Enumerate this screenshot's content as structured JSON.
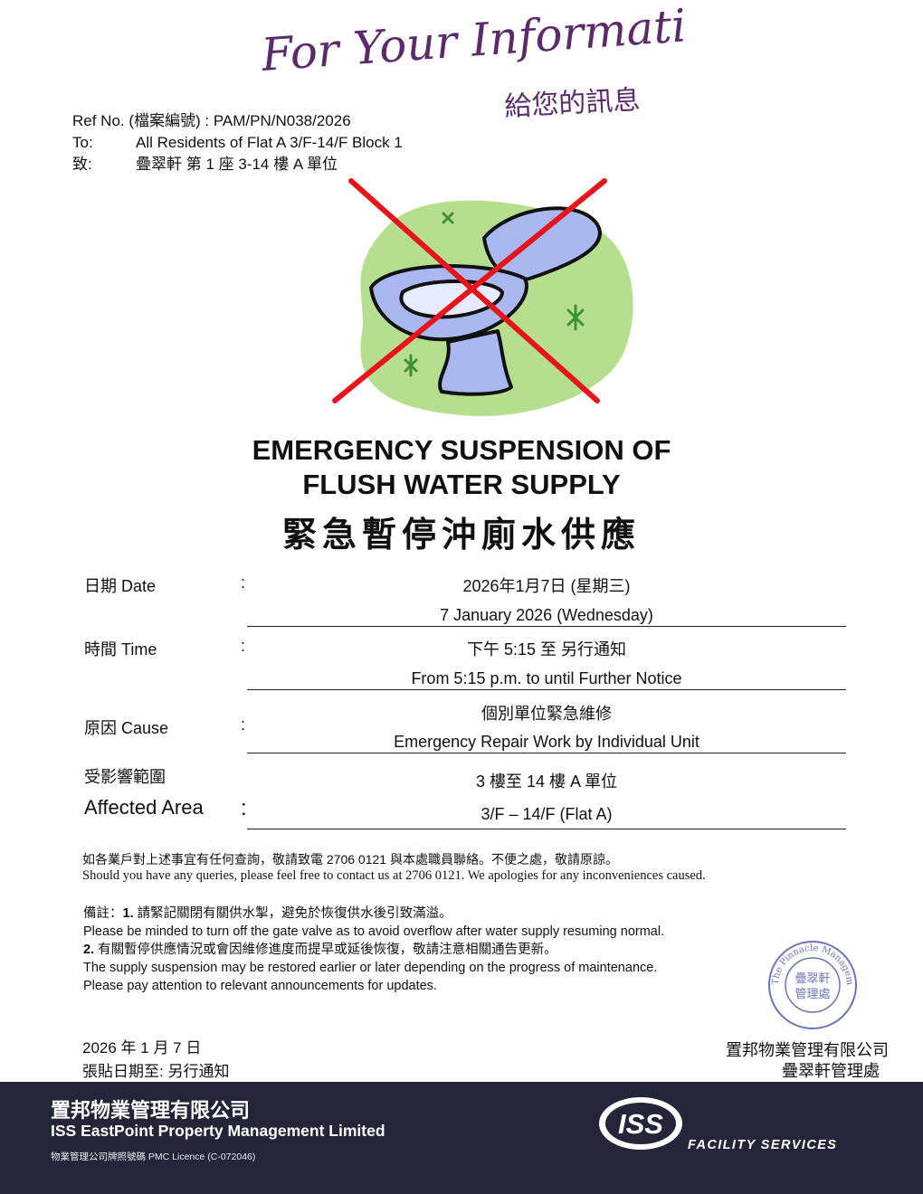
{
  "header": {
    "script_en": "For Your Information",
    "script_zh": "給您的訊息"
  },
  "ref": {
    "ref_line": "Ref No. (檔案編號) : PAM/PN/N038/2026",
    "to_label": "To:",
    "to_value": "All Residents of Flat A 3/F-14/F Block 1",
    "zhi_label": "致:",
    "zhi_value": "疊翠軒 第 1 座  3-14 樓 A 單位"
  },
  "title": {
    "line1": "EMERGENCY SUSPENSION OF",
    "line2": "FLUSH WATER SUPPLY",
    "line3": "緊急暫停沖廁水供應"
  },
  "details": {
    "date_label": "日期  Date",
    "date_zh": "2026年1月7日 (星期三)",
    "date_en": "7 January 2026 (Wednesday)",
    "time_label": "時間  Time",
    "time_zh": "下午 5:15 至 另行通知",
    "time_en": "From 5:15 p.m. to until Further Notice",
    "cause_label": "原因  Cause",
    "cause_zh": "個別單位緊急維修",
    "cause_en": "Emergency Repair Work by Individual Unit",
    "area_label_zh": "受影響範圍",
    "area_label_en": "Affected Area",
    "area_zh": "3 樓至 14 樓 A 單位",
    "area_en": "3/F – 14/F  (Flat A)",
    "colon": ":"
  },
  "contact": {
    "zh": "如各業戶對上述事宜有任何查詢，敬請致電 2706 0121 與本處職員聯絡。不便之處，敬請原諒。",
    "en": "Should you have any queries, please feel free to contact us at 2706 0121. We apologies for any inconveniences caused."
  },
  "notes": {
    "prefix": "備註：",
    "n1_num": "1.",
    "n1_zh": " 請緊記關閉有關供水掣，避免於恢復供水後引致滿溢。",
    "n1_en": "Please be minded to turn off the gate valve as to avoid overflow after water supply resuming normal.",
    "n2_num": "2.",
    "n2_zh": " 有關暫停供應情況或會因維修進度而提早或延後恢復，敬請注意相關通告更新。",
    "n2_en1": "The supply suspension may be restored earlier or later depending on the progress of maintenance.",
    "n2_en2": "Please pay attention to relevant announcements for updates."
  },
  "signoff": {
    "date": "2026 年 1 月 7 日",
    "posting": "張貼日期至: 另行通知",
    "company": "置邦物業管理有限公司",
    "office": "疊翠軒管理處"
  },
  "stamp": {
    "ring": "The Pinnacle Management Office",
    "center_line1": "疊翠軒",
    "center_line2": "管理處"
  },
  "footer": {
    "company_zh": "置邦物業管理有限公司",
    "company_en": "ISS EastPoint Property Management Limited",
    "licence": "物業管理公司牌照號碼  PMC Licence (C-072046)",
    "logo_text": "ISS",
    "services": "FACILITY SERVICES"
  },
  "colors": {
    "script": "#5a2a6b",
    "cross": "#e8141c",
    "blob": "#b5df8f",
    "toilet": "#a9b8ef",
    "footer_bg": "#252539"
  }
}
